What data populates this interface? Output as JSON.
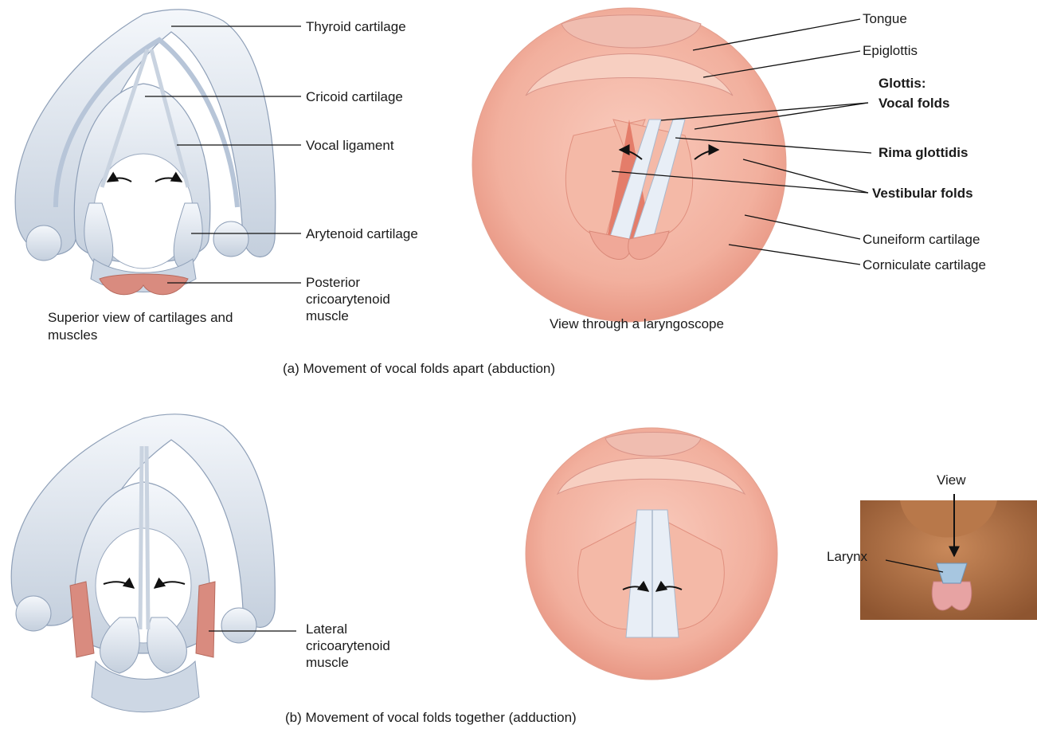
{
  "panel_a": {
    "caption": "(a) Movement of vocal folds apart (abduction)",
    "left_caption": "Superior view of cartilages and muscles",
    "right_caption": "View through a laryngoscope",
    "left_labels": {
      "thyroid": "Thyroid cartilage",
      "cricoid": "Cricoid cartilage",
      "vocal_ligament": "Vocal ligament",
      "arytenoid": "Arytenoid cartilage",
      "posterior_muscle": "Posterior cricoarytenoid muscle"
    },
    "right_labels": {
      "tongue": "Tongue",
      "epiglottis": "Epiglottis",
      "glottis": "Glottis:",
      "vocal_folds": "Vocal folds",
      "rima": "Rima glottidis",
      "vestibular": "Vestibular folds",
      "cuneiform": "Cuneiform cartilage",
      "corniculate": "Corniculate cartilage"
    }
  },
  "panel_b": {
    "caption": "(b) Movement of vocal folds together (adduction)",
    "lateral_muscle": "Lateral cricoarytenoid muscle",
    "inset": {
      "view": "View",
      "larynx": "Larynx"
    }
  },
  "colors": {
    "cartilage": "#dde5ef",
    "cartilage_shadow": "#a9b8cc",
    "muscle": "#d98b7f",
    "mucosa": "#f2b3a2",
    "mucosa_dark": "#e38f7d",
    "skin": "#b67548"
  }
}
